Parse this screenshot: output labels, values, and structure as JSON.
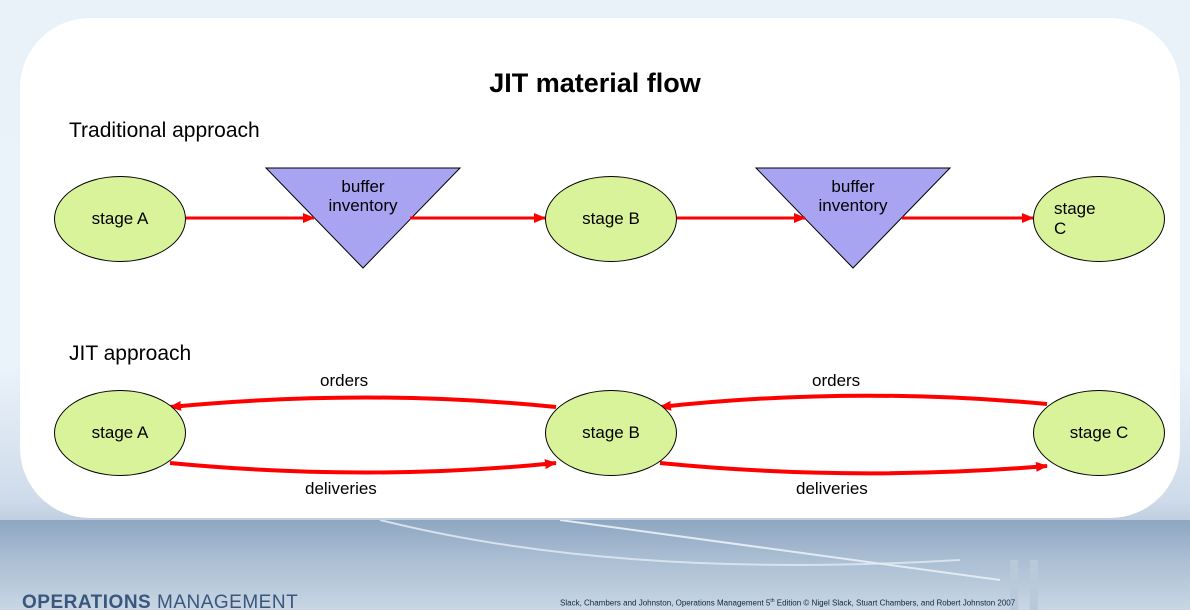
{
  "title": "JIT material flow",
  "traditional": {
    "heading": "Traditional approach",
    "stage_a": "stage A",
    "buffer1": [
      "buffer",
      "inventory"
    ],
    "stage_b": "stage B",
    "buffer2": [
      "buffer",
      "inventory"
    ],
    "stage_c": [
      "stage",
      "C"
    ]
  },
  "jit": {
    "heading": "JIT approach",
    "stage_a": "stage A",
    "stage_b": "stage B",
    "stage_c": "stage C",
    "orders_label": "orders",
    "deliveries_label": "deliveries"
  },
  "footer": {
    "brand_bold": "OPERATIONS",
    "brand_thin": "MANAGEMENT",
    "credit_pre": "Slack, Chambers and Johnston, Operations Management 5",
    "credit_sup": "th",
    "credit_post": " Edition © Nigel Slack, Stuart Chambers, and Robert Johnston 2007"
  },
  "colors": {
    "node_fill": "#d9f39a",
    "buffer_fill": "#a8a4f2",
    "arrow": "#ff0000"
  }
}
